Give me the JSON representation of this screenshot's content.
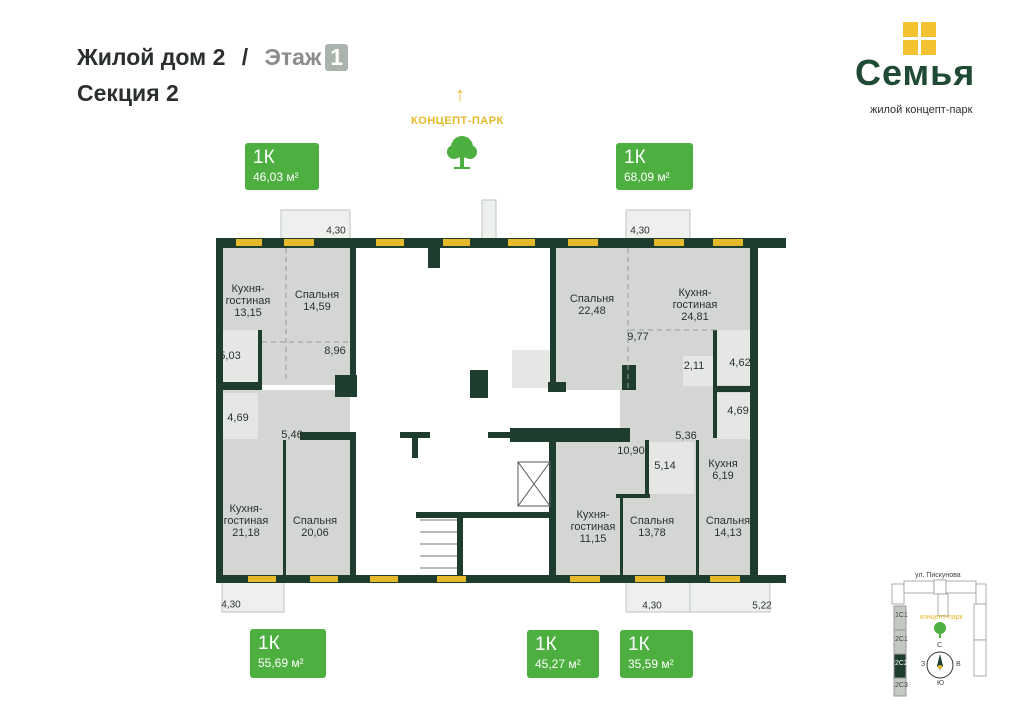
{
  "header": {
    "building": "Жилой дом 2",
    "separator": "/",
    "floor_label": "Этаж",
    "floor_number": "1",
    "section": "Секция 2"
  },
  "logo": {
    "name": "Семья",
    "subtitle": "жилой концепт-парк"
  },
  "park": {
    "label": "КОНЦЕПТ-ПАРК",
    "icon": "tree-icon",
    "direction": "arrow-up-icon"
  },
  "colors": {
    "apartment_tag": "#4caf3f",
    "walls": "#1f3d2e",
    "windows": "#e6b92a",
    "rooms": "#d3d6d2"
  },
  "apartments": [
    {
      "type": "1К",
      "area": "46,03 м²"
    },
    {
      "type": "1К",
      "area": "68,09 м²"
    },
    {
      "type": "1К",
      "area": "55,69 м²"
    },
    {
      "type": "1К",
      "area": "45,27 м²"
    },
    {
      "type": "1К",
      "area": "35,59 м²"
    }
  ],
  "rooms": [
    {
      "name": "Кухня-\nгостиная",
      "area": "13,15"
    },
    {
      "name": "Спальня",
      "area": "14,59"
    },
    {
      "name": "",
      "area": "8,96"
    },
    {
      "name": "",
      "area": "5,03"
    },
    {
      "name": "",
      "area": "4,69"
    },
    {
      "name": "",
      "area": "5,46"
    },
    {
      "name": "Кухня-\nгостиная",
      "area": "21,18"
    },
    {
      "name": "Спальня",
      "area": "20,06"
    },
    {
      "name": "Спальня",
      "area": "22,48"
    },
    {
      "name": "Кухня-\nгостиная",
      "area": "24,81"
    },
    {
      "name": "",
      "area": "9,77"
    },
    {
      "name": "",
      "area": "2,11"
    },
    {
      "name": "",
      "area": "4,62"
    },
    {
      "name": "",
      "area": "4,69"
    },
    {
      "name": "",
      "area": "5,36"
    },
    {
      "name": "",
      "area": "10,90"
    },
    {
      "name": "",
      "area": "5,14"
    },
    {
      "name": "Кухня",
      "area": "6,19"
    },
    {
      "name": "Кухня-\nгостиная",
      "area": "11,15"
    },
    {
      "name": "Спальня",
      "area": "13,78"
    },
    {
      "name": "Спальня",
      "area": "14,13"
    }
  ],
  "balconies": [
    "4,30",
    "4,30",
    "4,30",
    "4,30",
    "5,22"
  ],
  "minimap": {
    "street": "ул. Пискунова",
    "park": "концепт-парк",
    "sections": [
      "1С1",
      "2С1",
      "2С2",
      "2С3"
    ],
    "current": "2С2",
    "compass": {
      "n": "С",
      "s": "Ю",
      "w": "З",
      "e": "В"
    }
  }
}
